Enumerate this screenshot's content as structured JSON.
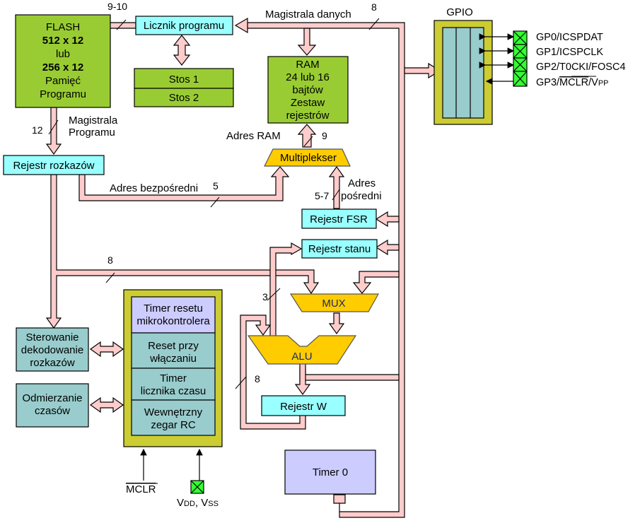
{
  "colors": {
    "bus_fill": "#ffcccc",
    "bus_stroke": "#000000",
    "green_block": "#99cc33",
    "cyan_register": "#99ffff",
    "orange_mux": "#ffcc00",
    "teal_block": "#99cccc",
    "lavender_block": "#ccccff",
    "olive_frame": "#cccc33",
    "pin_green": "#33ff33"
  },
  "flash": {
    "line1": "FLASH",
    "line2": "512 x 12",
    "line3": "lub",
    "line4": "256 x 12",
    "line5": "Pamięć",
    "line6": "Programu"
  },
  "program_counter": {
    "label": "Licznik programu",
    "bus_width": "9-10"
  },
  "stack": {
    "level1": "Stos 1",
    "level2": "Stos 2"
  },
  "data_bus": {
    "label": "Magistrala danych",
    "width": "8"
  },
  "ram": {
    "line1": "RAM",
    "line2": "24 lub 16",
    "line3": "bajtów",
    "line4": "Zestaw",
    "line5": "rejestrów"
  },
  "gpio": {
    "title": "GPIO",
    "pins": [
      {
        "name": "GP0/ICSPDAT",
        "direction": "bidirectional"
      },
      {
        "name": "GP1/ICSPCLK",
        "direction": "bidirectional"
      },
      {
        "name": "GP2/T0CKI/FOSC4",
        "direction": "bidirectional"
      },
      {
        "name_prefix": "GP3/",
        "name_overlined": "MCLR",
        "name_suffix": "/V",
        "name_sub": "PP",
        "direction": "input"
      }
    ]
  },
  "program_bus": {
    "label_line1": "Magistrala",
    "label_line2": "Programu",
    "width": "12"
  },
  "instruction_register": {
    "label": "Rejestr rozkazów"
  },
  "direct_address": {
    "label": "Adres bezpośredni",
    "width": "5"
  },
  "ram_address": {
    "label": "Adres RAM",
    "width": "9"
  },
  "multiplexer": {
    "label": "Multiplekser"
  },
  "indirect_address": {
    "label_line1": "Adres",
    "label_line2": "pośredni",
    "width": "5-7"
  },
  "fsr_register": {
    "label": "Rejestr FSR"
  },
  "status_register": {
    "label": "Rejestr stanu",
    "width": "3"
  },
  "literal_bus": {
    "width": "8"
  },
  "alu_mux": {
    "label": "MUX"
  },
  "alu": {
    "label": "ALU"
  },
  "w_register": {
    "label": "Rejestr W",
    "feedback_width": "8"
  },
  "control": {
    "decode": {
      "line1": "Sterowanie",
      "line2": "dekodowanie",
      "line3": "rozkazów"
    },
    "timing": {
      "line1": "Odmierzanie",
      "line2": "czasów"
    }
  },
  "reset_block": {
    "watchdog": {
      "line1": "Timer resetu",
      "line2": "mikrokontrolera"
    },
    "power_on_reset": {
      "line1": "Reset przy",
      "line2": "włączaniu"
    },
    "oscillator_start_timer": {
      "line1": "Timer",
      "line2": "licznika czasu"
    },
    "internal_rc": {
      "line1": "Wewnętrzny",
      "line2": "zegar RC"
    }
  },
  "external_pins": {
    "mclr": "MCLR",
    "power": {
      "vdd_main": "V",
      "vdd_sub": "DD",
      "separator": ", ",
      "vss_main": "V",
      "vss_sub": "SS"
    }
  },
  "timer0": {
    "label": "Timer 0"
  }
}
